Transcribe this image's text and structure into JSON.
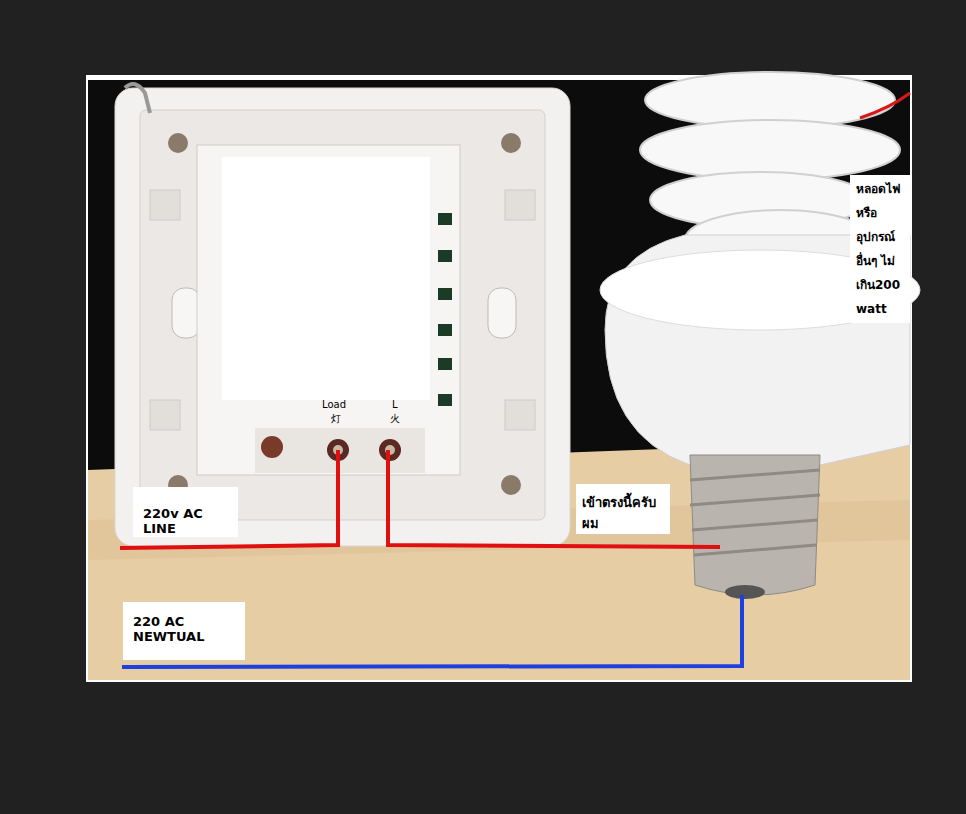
{
  "diagram": {
    "labels": [
      "Load",
      "灯",
      "L",
      "火",
      "220v AC LINE",
      "เข้าตรงนี้ครับผม",
      "220 AC NEWTUAL",
      "หลอดไฟ หรือ อุปกรณ์ อื่นๆ ไม่ เกิน200 watt"
    ]
  }
}
